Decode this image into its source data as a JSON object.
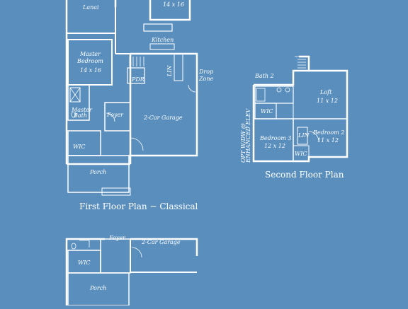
{
  "first_floor": {
    "caption": "First Floor Plan ~ Classical",
    "rooms": {
      "lanai": "Lanai",
      "great_room_dim": "14 x 16",
      "kitchen": "Kitchen",
      "master_bedroom_line1": "Master",
      "master_bedroom_line2": "Bedroom",
      "master_bedroom_dim": "14 x 16",
      "master_bath_line1": "Master",
      "master_bath_line2": "Bath",
      "foyer": "Foyer",
      "garage": "2-Car Garage",
      "wic": "WIC",
      "porch": "Porch",
      "pdr": "PDR",
      "lin": "LIN",
      "drop_zone_line1": "Drop",
      "drop_zone_line2": "Zone"
    }
  },
  "second_floor": {
    "caption": "Second Floor Plan",
    "rooms": {
      "bath2": "Bath 2",
      "loft": "Loft",
      "loft_dim": "11 x 12",
      "wic": "WIC",
      "bedroom3": "Bedroom 3",
      "bedroom3_dim": "12 x 12",
      "bedroom2": "Bedroom 2",
      "bedroom2_dim": "11 x 12",
      "lin": "LIN",
      "wic2": "WIC",
      "opt_line1": "OPT W/DW @",
      "opt_line2": "ENHANCED ELEV"
    }
  },
  "alt_first_floor": {
    "rooms": {
      "foyer": "Foyer",
      "garage": "2-Car Garage",
      "wic": "WIC",
      "porch": "Porch"
    }
  },
  "colors": {
    "background": "#5a8fbd",
    "lines": "#ffffff"
  }
}
